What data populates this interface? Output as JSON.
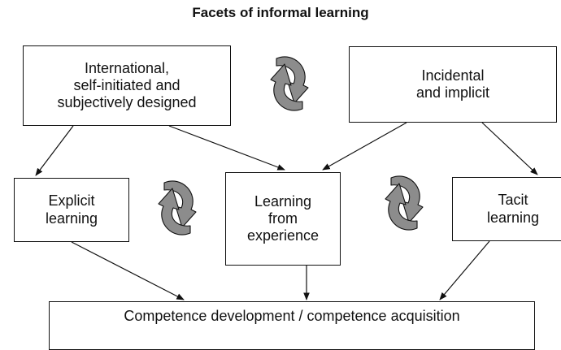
{
  "title": "Facets of informal learning",
  "boxes": {
    "intentional": "International,\nself-initiated and\nsubjectively designed",
    "incidental": "Incidental\nand implicit",
    "explicit": "Explicit\nlearning",
    "experience": "Learning\nfrom\nexperience",
    "tacit": "Tacit\nlearning",
    "competence": "Competence development / competence acquisition"
  },
  "colors": {
    "cycle_fill": "#8c8c8c",
    "line": "#111111"
  },
  "icons": [
    "cycle-icon-top",
    "cycle-icon-left",
    "cycle-icon-right"
  ]
}
